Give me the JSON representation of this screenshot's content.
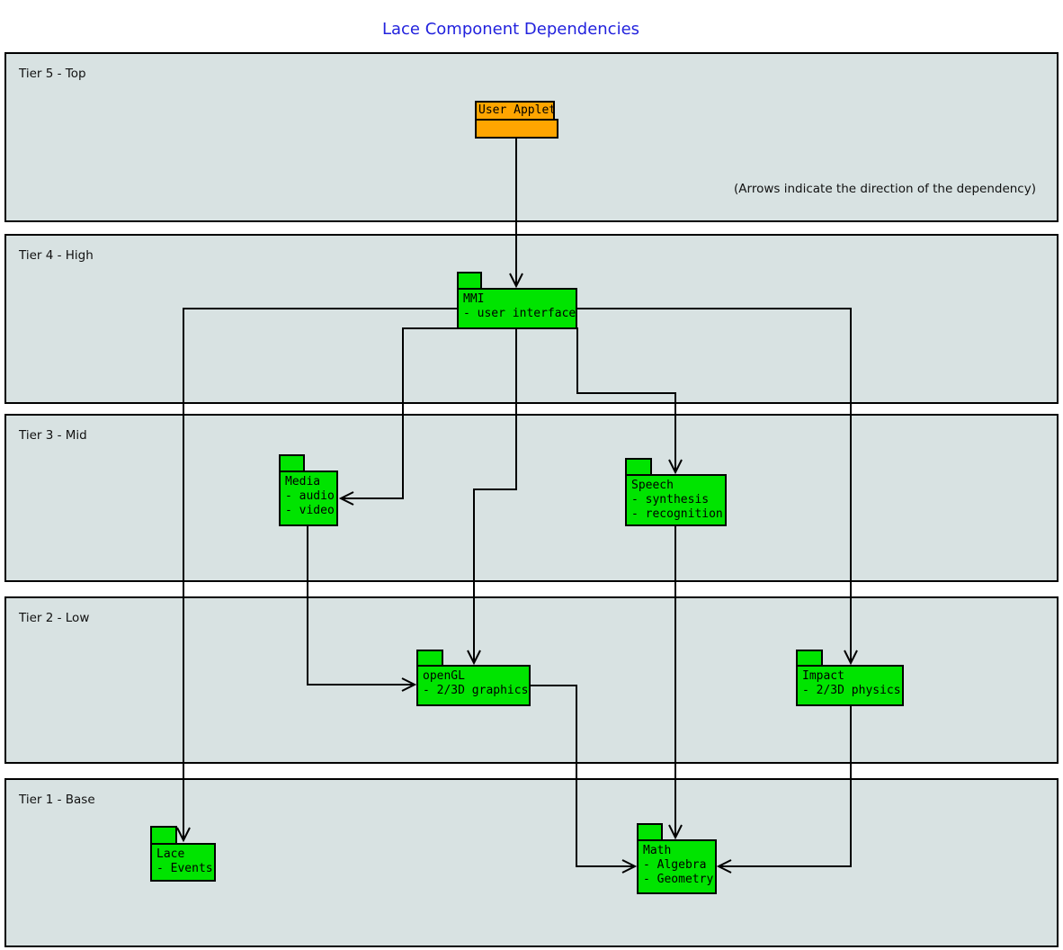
{
  "title": "Lace Component Dependencies",
  "annotation": "(Arrows indicate the direction of the dependency)",
  "tiers": [
    {
      "label": "Tier 5 - Top"
    },
    {
      "label": "Tier 4 - High"
    },
    {
      "label": "Tier 3 - Mid"
    },
    {
      "label": "Tier 2 - Low"
    },
    {
      "label": "Tier 1 - Base"
    }
  ],
  "nodes": {
    "user_applet": {
      "title": "User Applet",
      "lines": []
    },
    "mmi": {
      "title": "MMI",
      "lines": [
        "- user interface"
      ]
    },
    "media": {
      "title": "Media",
      "lines": [
        "- audio",
        "- video"
      ]
    },
    "speech": {
      "title": "Speech",
      "lines": [
        "- synthesis",
        "- recognition"
      ]
    },
    "opengl": {
      "title": "openGL",
      "lines": [
        "- 2/3D graphics"
      ]
    },
    "impact": {
      "title": "Impact",
      "lines": [
        "- 2/3D physics"
      ]
    },
    "lace": {
      "title": "Lace",
      "lines": [
        "- Events"
      ]
    },
    "math": {
      "title": "Math",
      "lines": [
        "- Algebra",
        "- Geometry"
      ]
    }
  },
  "edges": [
    {
      "from": "User Applet",
      "to": "MMI"
    },
    {
      "from": "MMI",
      "to": "Lace"
    },
    {
      "from": "MMI",
      "to": "Impact"
    },
    {
      "from": "MMI",
      "to": "Media"
    },
    {
      "from": "MMI",
      "to": "openGL"
    },
    {
      "from": "MMI",
      "to": "Speech"
    },
    {
      "from": "Media",
      "to": "openGL"
    },
    {
      "from": "Speech",
      "to": "Math"
    },
    {
      "from": "openGL",
      "to": "Math"
    },
    {
      "from": "Impact",
      "to": "Math"
    }
  ],
  "colors": {
    "node_green": "#00e400",
    "node_orange": "#ffa500",
    "tier_bg": "#d8e2e2",
    "title_blue": "#2222dd",
    "line_black": "#000000"
  }
}
